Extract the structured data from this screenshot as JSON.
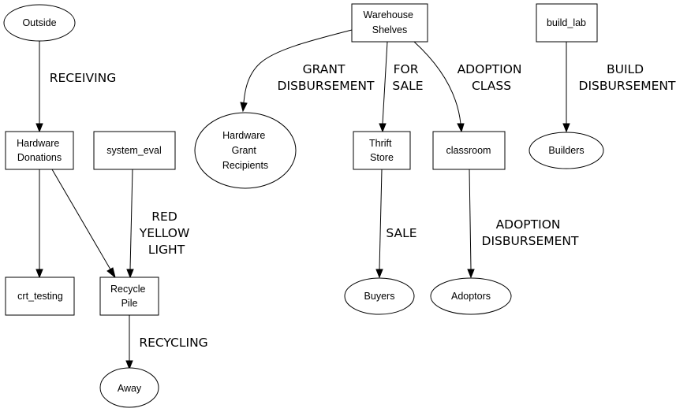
{
  "diagram": {
    "nodes": {
      "outside": [
        "Outside"
      ],
      "warehouse_shelves": [
        "Warehouse",
        "Shelves"
      ],
      "build_lab": [
        "build_lab"
      ],
      "hardware_donations": [
        "Hardware",
        "Donations"
      ],
      "system_eval": [
        "system_eval"
      ],
      "hardware_grant_recipients": [
        "Hardware",
        "Grant",
        "Recipients"
      ],
      "thrift_store": [
        "Thrift",
        "Store"
      ],
      "classroom": [
        "classroom"
      ],
      "builders": [
        "Builders"
      ],
      "crt_testing": [
        "crt_testing"
      ],
      "recycle_pile": [
        "Recycle",
        "Pile"
      ],
      "buyers": [
        "Buyers"
      ],
      "adoptors": [
        "Adoptors"
      ],
      "away": [
        "Away"
      ]
    },
    "edges": {
      "outside_to_hardware_donations": [
        "RECEIVING"
      ],
      "warehouse_to_grant_recipients": [
        "GRANT",
        "DISBURSEMENT"
      ],
      "warehouse_to_thrift_store": [
        "FOR",
        "SALE"
      ],
      "warehouse_to_classroom": [
        "ADOPTION",
        "CLASS"
      ],
      "build_lab_to_builders": [
        "BUILD",
        "DISBURSEMENT"
      ],
      "system_eval_to_recycle_pile": [
        "RED",
        "YELLOW",
        "LIGHT"
      ],
      "thrift_store_to_buyers": [
        "SALE"
      ],
      "classroom_to_adoptors": [
        "ADOPTION",
        "DISBURSEMENT"
      ],
      "recycle_pile_to_away": [
        "RECYCLING"
      ],
      "hardware_donations_to_crt_testing": [],
      "hardware_donations_to_recycle_pile": []
    }
  }
}
